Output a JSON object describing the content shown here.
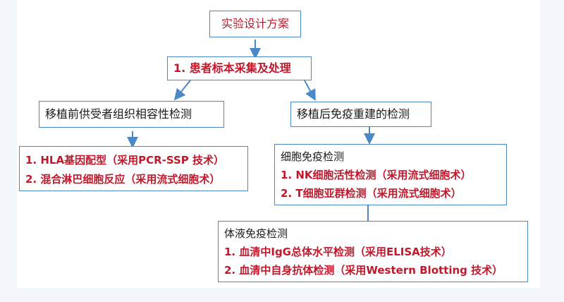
{
  "diagram": {
    "root": {
      "title": "实验设计方案"
    },
    "step1": {
      "title": "1. 患者标本采集及处理"
    },
    "left": {
      "title": "移植前供受者组织相容性检测",
      "items": [
        "1. HLA基因配型（采用PCR-SSP 技术）",
        "2. 混合淋巴细胞反应（采用流式细胞术）"
      ]
    },
    "right": {
      "title": "移植后免疫重建的检测",
      "cellular": {
        "title": "细胞免疫检测",
        "items": [
          "1. NK细胞活性检测（采用流式细胞术）",
          "2. T细胞亚群检测（采用流式细胞术）"
        ]
      },
      "humoral": {
        "title": "体液免疫检测",
        "items": [
          "1. 血清中IgG总体水平检测（采用ELISA技术）",
          "2. 血清中自身抗体检测（采用Western Blotting 技术）"
        ]
      }
    }
  },
  "colors": {
    "border": "#4a89c5",
    "arrow": "#4a89c5",
    "accent_text": "#c0192c"
  }
}
